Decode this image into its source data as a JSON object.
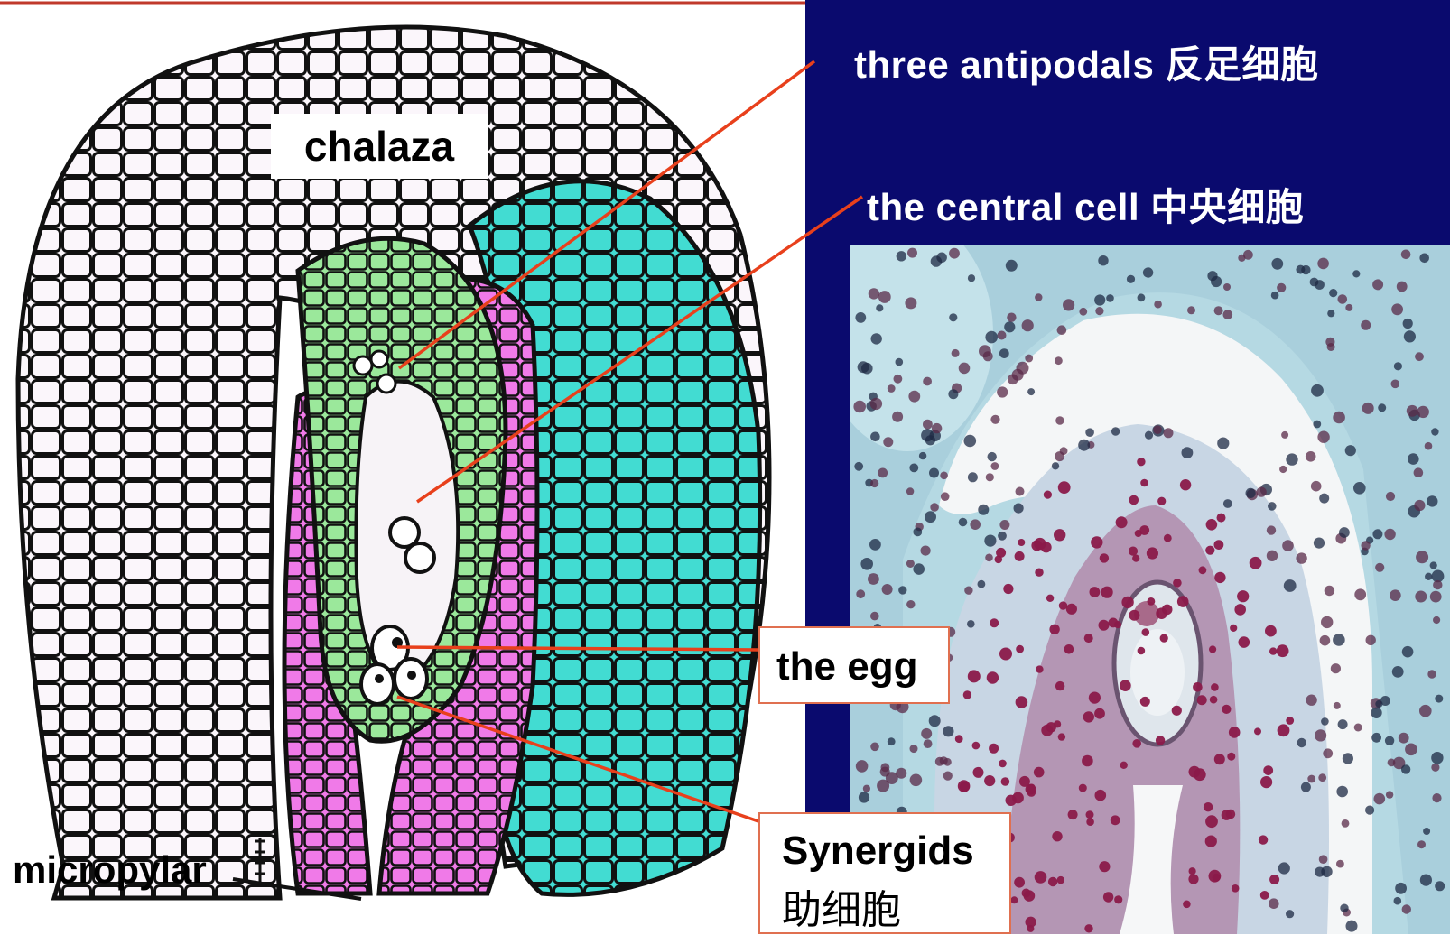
{
  "labels": {
    "chalaza": "chalaza",
    "micropylar": "micropylar",
    "antipodals": "three antipodals 反足细胞",
    "central_cell": "the central cell  中央细胞",
    "egg": "the egg",
    "synergids_en": "Synergids",
    "synergids_zh": "助细胞"
  },
  "colors": {
    "panel_background": "#0a0a6e",
    "pointer_line": "#e8401c",
    "integument_outer": "#fbf6fb",
    "integument_inner": "#42dcd2",
    "nucellus": "#9be89b",
    "inner_integument_pink": "#f07ae8",
    "micrograph_tissue": "#a9cfdc",
    "stained_nuclei": "#8b1a4a"
  }
}
